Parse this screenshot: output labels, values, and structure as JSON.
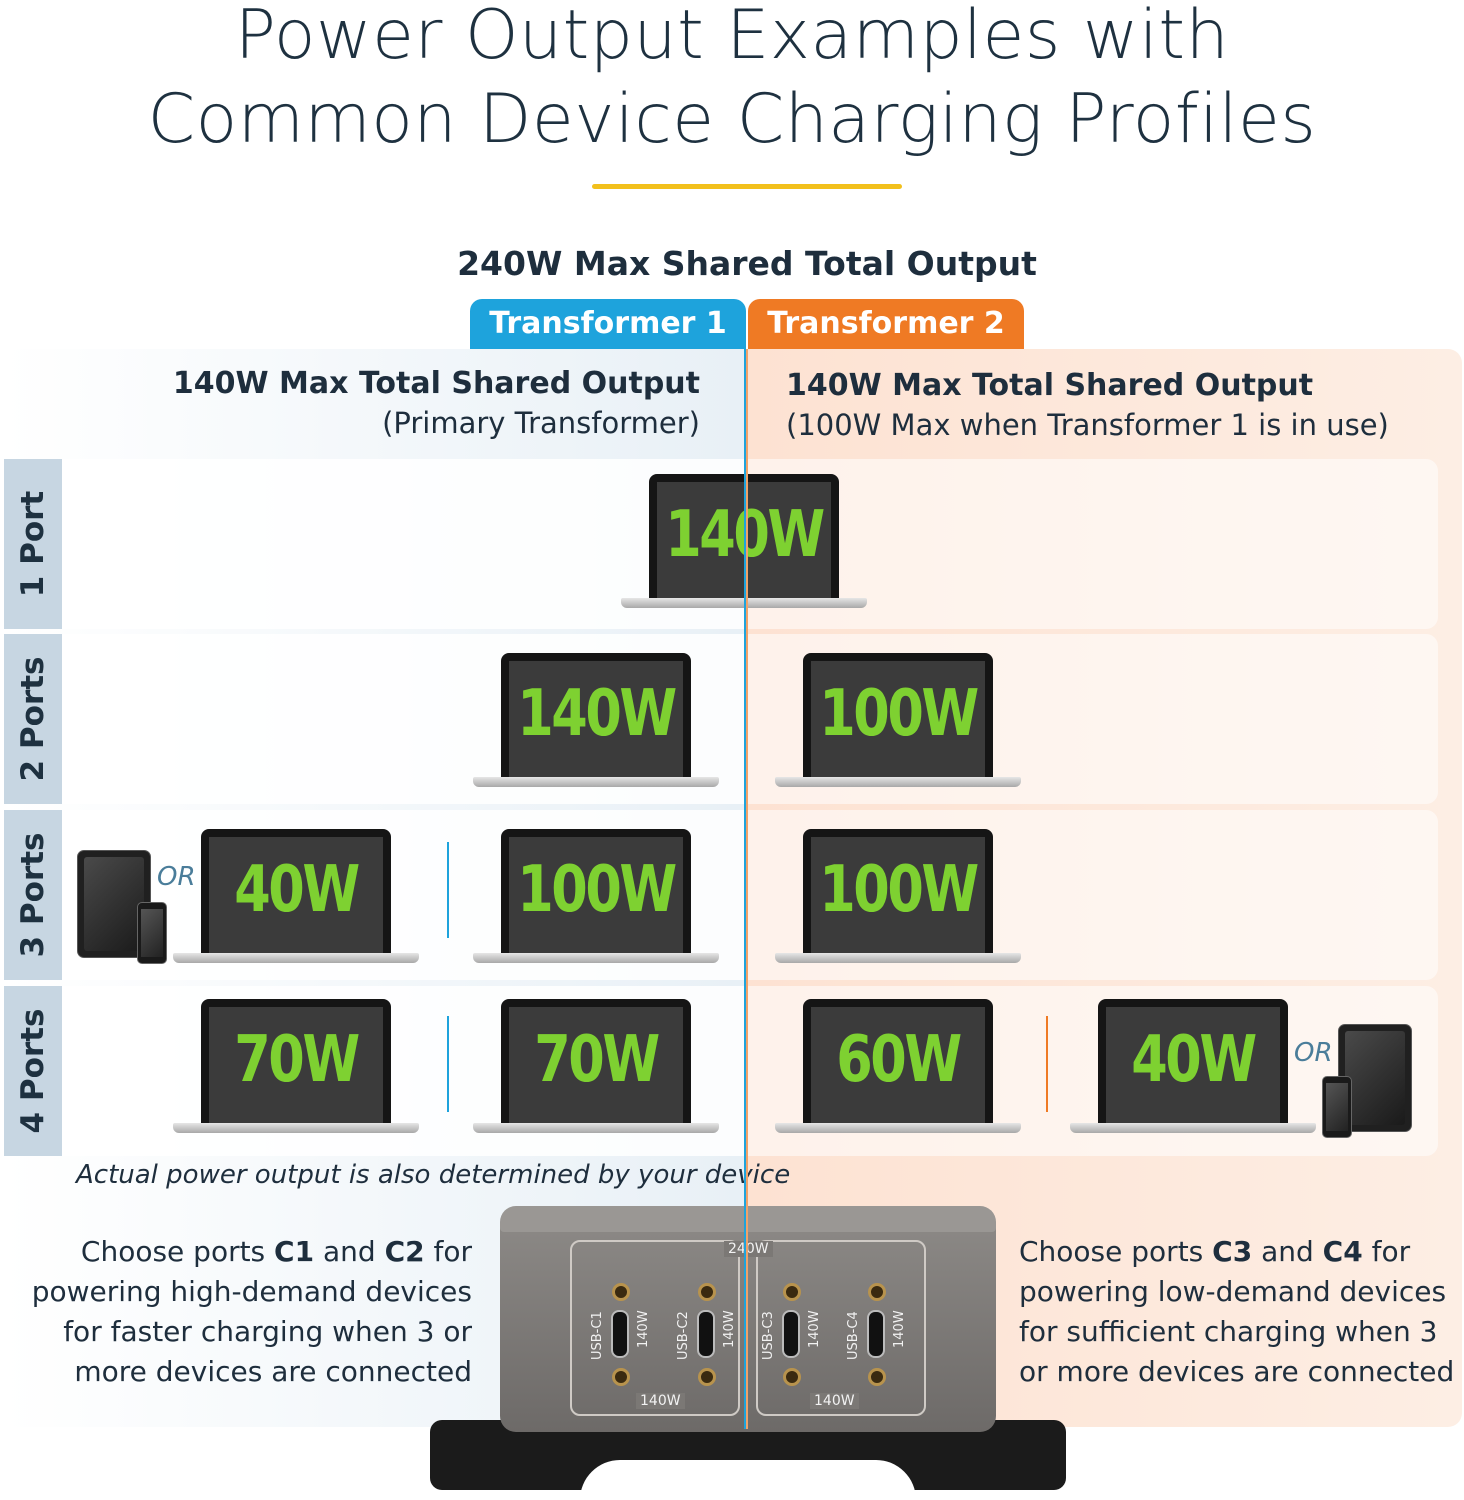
{
  "title": {
    "line1": "Power Output Examples with",
    "line2": "Common Device Charging Profiles"
  },
  "colors": {
    "accent_gold": "#f2c01c",
    "transformer1": "#1ea3dc",
    "transformer2": "#ef7a24",
    "wattage_text": "#7ed131"
  },
  "top_heading": "240W Max Shared Total Output",
  "transformers": [
    {
      "label": "Transformer 1",
      "heading": "140W Max Total Shared Output",
      "subheading": "(Primary Transformer)"
    },
    {
      "label": "Transformer 2",
      "heading": "140W Max Total Shared Output",
      "subheading": "(100W Max when Transformer 1 is in use)"
    }
  ],
  "rows": [
    {
      "label": "1 Port",
      "devices": [
        "140W"
      ]
    },
    {
      "label": "2 Ports",
      "devices": [
        "140W",
        "100W"
      ]
    },
    {
      "label": "3 Ports",
      "devices": [
        "40W",
        "100W",
        "100W"
      ],
      "or_label": "OR"
    },
    {
      "label": "4 Ports",
      "devices": [
        "70W",
        "70W",
        "60W",
        "40W"
      ],
      "or_label": "OR"
    }
  ],
  "note": "Actual power output is also determined by your device",
  "left_description": {
    "line1_pre": "Choose ports ",
    "c1": "C1",
    "and": " and ",
    "c2": "C2",
    "line1_post": " for",
    "line2": "powering high-demand devices",
    "line3": "for faster charging when 3 or",
    "line4": "more devices are connected"
  },
  "right_description": {
    "line1_pre": "Choose ports ",
    "c3": "C3",
    "and": " and ",
    "c4": "C4",
    "line1_post": " for",
    "line2": "powering low-demand devices",
    "line3": "for sufficient charging when 3",
    "line4": "or more devices are connected"
  },
  "charger": {
    "total_label": "240W",
    "group_labels": [
      "140W",
      "140W"
    ],
    "ports": [
      {
        "name": "USB-C1",
        "rating": "140W"
      },
      {
        "name": "USB-C2",
        "rating": "140W"
      },
      {
        "name": "USB-C3",
        "rating": "140W"
      },
      {
        "name": "USB-C4",
        "rating": "140W"
      }
    ]
  }
}
